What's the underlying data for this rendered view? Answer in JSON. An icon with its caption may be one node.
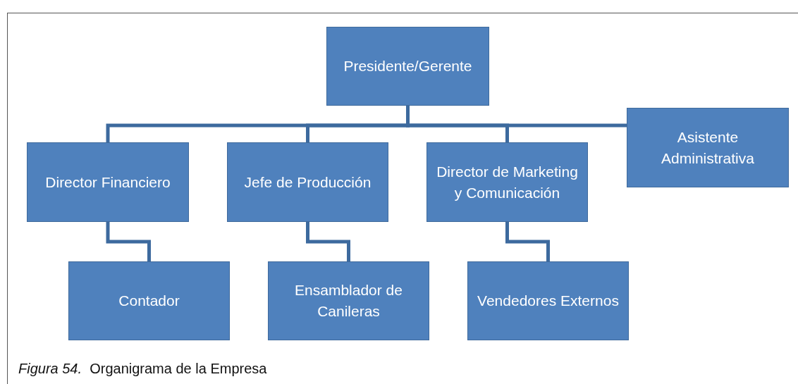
{
  "diagram": {
    "caption": "*Figura 54.*  Organigrama de la Empresa",
    "nodes": [
      {
        "text": [
          "Presidente/Gerente"
        ]
      },
      {
        "text": [
          "Director Financiero"
        ]
      },
      {
        "text": [
          "Jefe de Producción"
        ]
      },
      {
        "text": [
          "Director de Marketing y Comunicación"
        ]
      },
      {
        "text": [
          "Asistente Administrativa"
        ]
      },
      {
        "text": [
          "Contador"
        ]
      },
      {
        "text": [
          "Ensamblador de Canileras"
        ]
      },
      {
        "text": [
          "Vendedores Externos"
        ]
      }
    ],
    "edges": [
      {
        "from": 0,
        "to": 1,
        "arrow": "none"
      },
      {
        "from": 0,
        "to": 2,
        "arrow": "none"
      },
      {
        "from": 0,
        "to": 3,
        "arrow": "none"
      },
      {
        "from": 0,
        "to": 4,
        "arrow": "none"
      },
      {
        "from": 1,
        "to": 5,
        "arrow": "none"
      },
      {
        "from": 2,
        "to": 6,
        "arrow": "none"
      },
      {
        "from": 3,
        "to": 7,
        "arrow": "none"
      }
    ]
  }
}
